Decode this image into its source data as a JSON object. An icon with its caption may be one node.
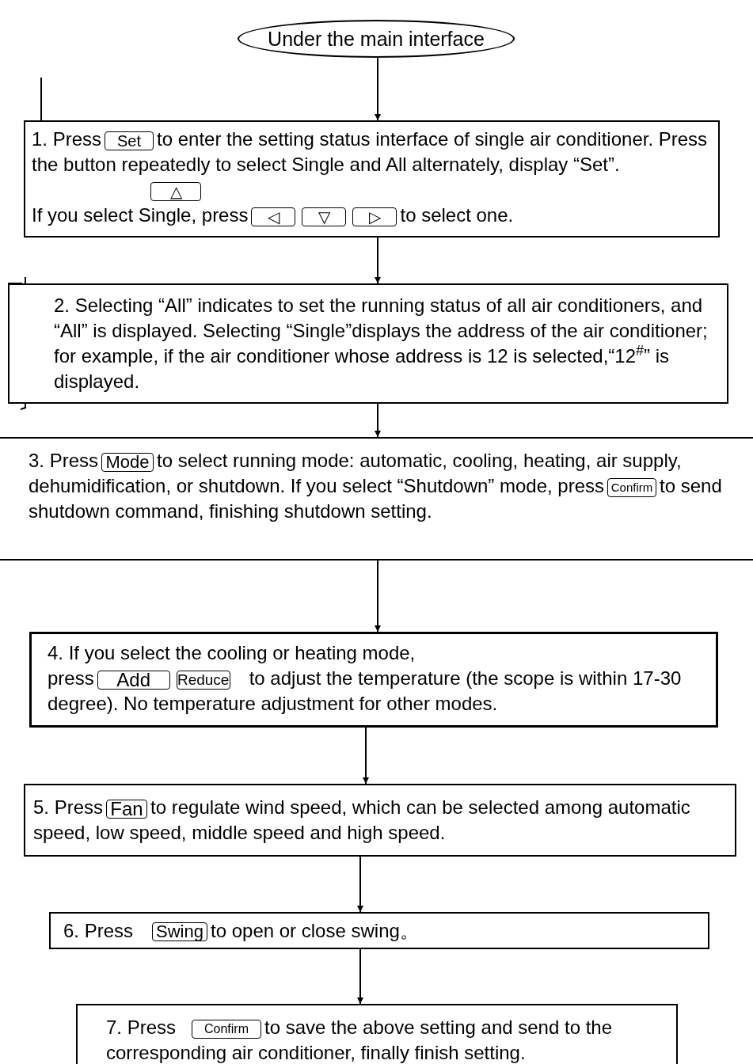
{
  "diagram": {
    "nodes": [
      {
        "text": [
          "Under the main interface"
        ]
      },
      {
        "text": [
          "1. Press",
          "Set",
          "to enter the setting status interface of single air conditioner. Press the button repeatedly to select Single and All alternately, display “Set”.",
          "△",
          "If you select Single, press",
          "◁",
          "▽",
          "▷",
          "to select one."
        ]
      },
      {
        "text": [
          "2. Selecting “All” indicates to set the running status of all air conditioners, and “All” is displayed. Selecting “Single”displays the address of the air conditioner; for example, if the air conditioner whose address is 12 is selected,“12$^{#}$” is displayed."
        ]
      },
      {
        "text": [
          "3. Press",
          "Mode",
          "to select running mode: automatic, cooling, heating, air supply, dehumidification, or shutdown. If you select “Shutdown” mode, press",
          "Confirm",
          "to send shutdown command, finishing shutdown setting."
        ]
      },
      {
        "text": [
          "4. If you select the cooling or heating mode,",
          "press",
          "Add",
          "Reduce",
          "to adjust the temperature (the scope is within 17-30 degree). No temperature adjustment for other modes."
        ]
      },
      {
        "text": [
          "5. Press",
          "Fan",
          "to regulate wind speed, which can be selected among automatic speed, low speed, middle speed and high speed."
        ]
      },
      {
        "text": [
          "6. Press",
          "Swing",
          "to open or close swing。"
        ]
      },
      {
        "text": [
          "7. Press",
          "Confirm",
          "to save the above setting and send to the corresponding air conditioner, finally finish setting."
        ]
      }
    ],
    "edges": [
      {
        "from": 0,
        "to": 1,
        "arrow": "to"
      },
      {
        "from": 1,
        "to": 2,
        "arrow": "to"
      },
      {
        "from": 2,
        "to": 3,
        "arrow": "to"
      },
      {
        "from": 3,
        "to": 4,
        "arrow": "to"
      },
      {
        "from": 4,
        "to": 5,
        "arrow": "to"
      },
      {
        "from": 5,
        "to": 6,
        "arrow": "to"
      },
      {
        "from": 6,
        "to": 7,
        "arrow": "to"
      }
    ]
  }
}
